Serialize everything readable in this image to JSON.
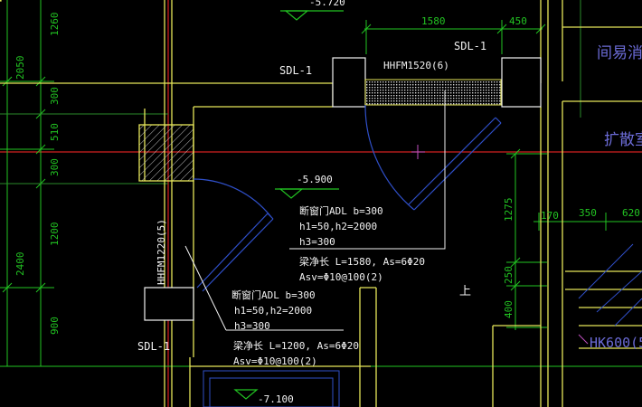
{
  "colors": {
    "background": "#000000",
    "wall": "#e6e65a",
    "dimension": "#22c422",
    "axis": "#d42020",
    "white": "#f2f2f2",
    "blue": "#2f4fc8",
    "magenta": "#c050c0",
    "cyan": "#3fc0c0"
  },
  "dimensions": {
    "top_1580": "1580",
    "top_450": "450",
    "left_2050": "2050",
    "left_1260": "1260",
    "left_300a": "300",
    "left_510": "510",
    "left_300b": "300",
    "left_2400": "2400",
    "left_1200": "1200",
    "left_900": "900",
    "right_1275": "1275",
    "right_250": "250",
    "right_400": "400",
    "right_170": "170",
    "right_350": "350",
    "right_620": "620"
  },
  "labels": {
    "elev_top": "-5.720",
    "elev_mid": "-5.900",
    "elev_bottom": "-7.100",
    "sdl_top_right": "SDL-1",
    "sdl_top_left": "SDL-1",
    "sdl_left": "SDL-1",
    "door_top": "HHFM1520(6)",
    "door_left": "HHFM1220(5)",
    "room_top_right": "间易消游",
    "room_right": "扩散室",
    "hk_label": "HK600(5",
    "up_label": "上",
    "note1_line1": "断窗门ADL b=300",
    "note1_line2": "h1=50,h2=2000",
    "note1_line3": "h3=300",
    "note1_line4": "梁净长 L=1580, As=6Φ20",
    "note1_line5": "Asv=Φ10@100(2)",
    "note2_line1": "断窗门ADL b=300",
    "note2_line2": "h1=50,h2=2000",
    "note2_line3": "h3=300",
    "note2_line4": "梁净长 L=1200, As=6Φ20",
    "note2_line5": "Asv=Φ10@100(2)"
  }
}
